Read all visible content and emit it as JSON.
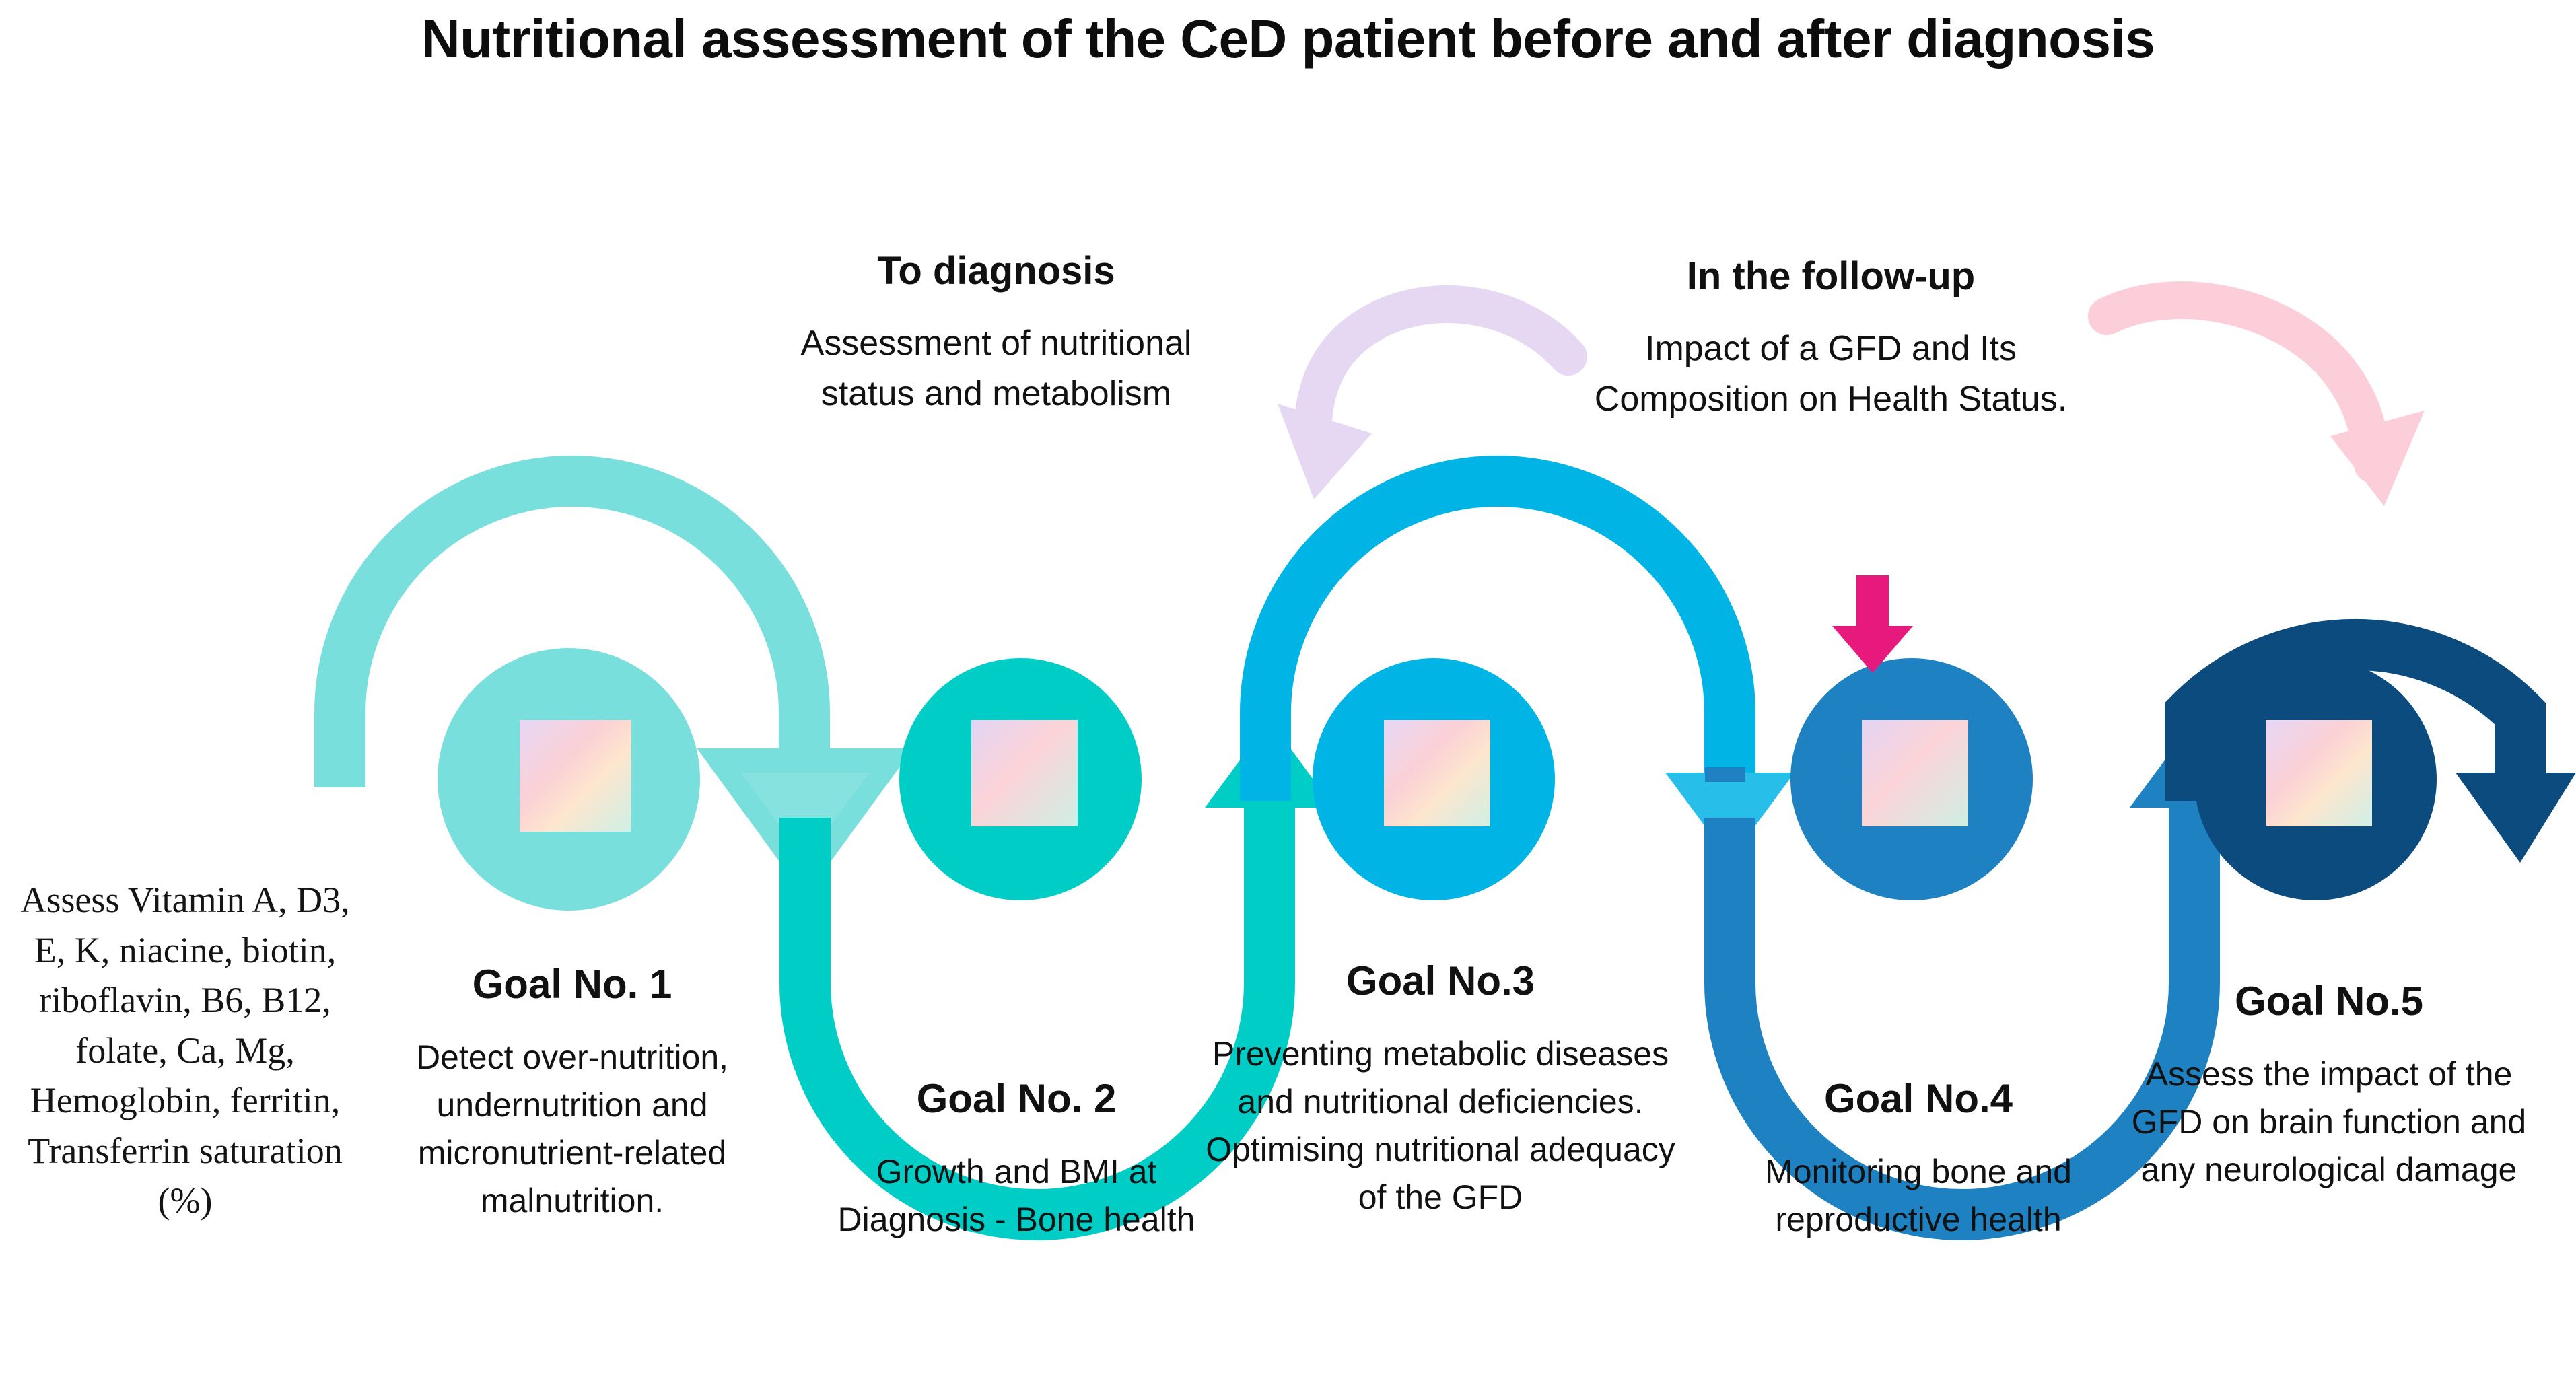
{
  "page": {
    "title": "Nutritional assessment of the CeD patient before and after diagnosis",
    "background": "#ffffff"
  },
  "phases": [
    {
      "id": "to-diagnosis",
      "title": "To diagnosis",
      "description": "Assessment of nutritional status and metabolism"
    },
    {
      "id": "follow-up",
      "title": "In the follow-up",
      "description": "Impact of a GFD and Its Composition on Health Status."
    }
  ],
  "left_note": {
    "text": "Assess Vitamin A, D3, E, K, niacine, biotin, riboflavin, B6, B12, folate, Ca, Mg, Hemoglobin, ferritin, Transferrin saturation (%)"
  },
  "goals": [
    {
      "id": "goal-1",
      "title": "Goal No. 1",
      "description": "Detect over-nutrition, undernutrition and micronutrient-related malnutrition.",
      "color": "#79DFDC"
    },
    {
      "id": "goal-2",
      "title": "Goal No. 2",
      "description": "Growth and BMI at Diagnosis - Bone health",
      "color": "#00CEC6"
    },
    {
      "id": "goal-3",
      "title": "Goal No.3",
      "description": "Preventing metabolic diseases and nutritional deficiencies. Optimising nutritional adequacy of the GFD",
      "color": "#00B5E6"
    },
    {
      "id": "goal-4",
      "title": "Goal No.4",
      "description": "Monitoring bone and reproductive health",
      "color": "#1E81C2"
    },
    {
      "id": "goal-5",
      "title": "Goal No.5",
      "description": "Assess the impact of the GFD on brain function and any neurological damage",
      "color": "#0B4B7E"
    }
  ],
  "colors": {
    "wave_1": "#79DFDC",
    "wave_2": "#00CEC6",
    "wave_3": "#00B5E6",
    "wave_4": "#1E81C2",
    "wave_5": "#0B4B7E",
    "accent_magenta": "#E8197C",
    "accent_lavender": "#E6D7F2",
    "accent_pink": "#FBCEDA",
    "icon_gradient_start": "#E6D6F5",
    "icon_gradient_mid": "#FBD3D6",
    "icon_gradient_end": "#CFEFE6"
  },
  "icons": {
    "node_badge": "gradient-square-icon",
    "highlight_arrow": "magenta-down-arrow-icon",
    "callout_left": "lavender-curved-arrow-icon",
    "callout_right": "pink-curved-arrow-icon"
  }
}
